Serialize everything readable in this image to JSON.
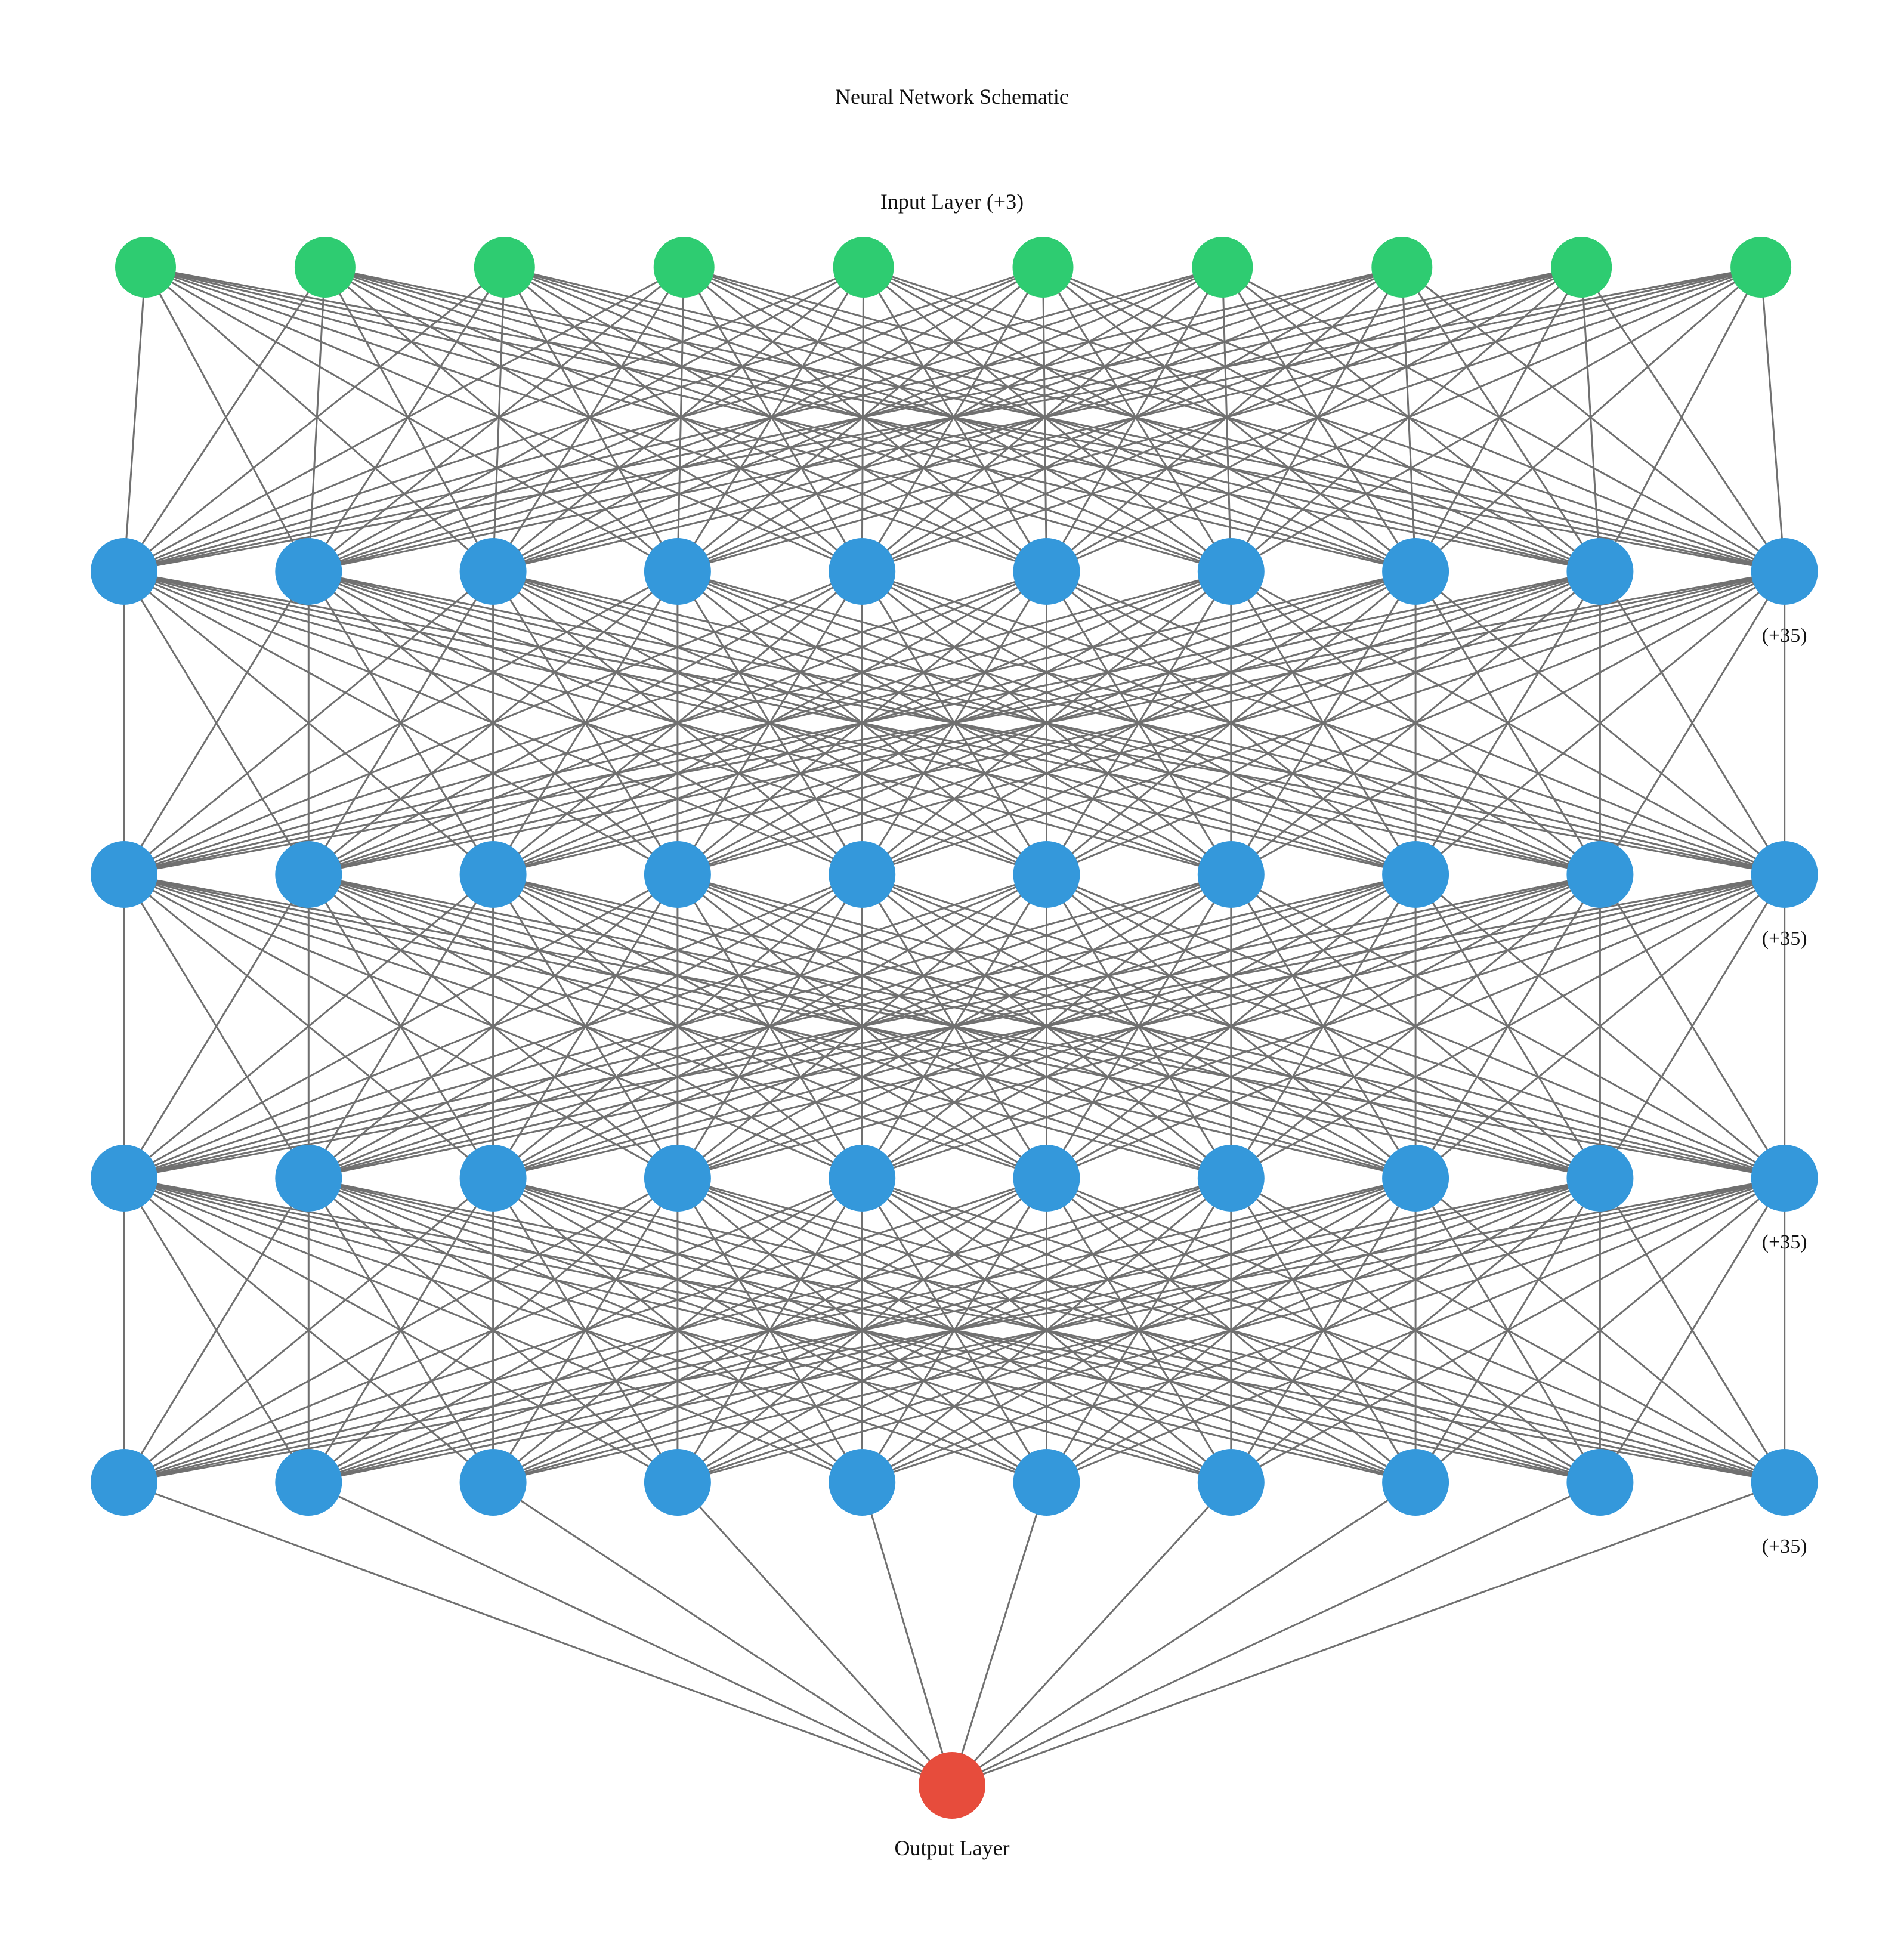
{
  "title": "Neural Network Schematic",
  "input_layer_label": "Input Layer (+3)",
  "output_layer_label": "Output Layer",
  "colors": {
    "input_node": "#2ecc71",
    "hidden_node": "#3498db",
    "output_node": "#e74c3c",
    "edge": "#707070",
    "background": "#ffffff",
    "text": "#111111"
  },
  "layers": [
    {
      "role": "input",
      "visible_nodes": 10,
      "label_key": "input_layer_label",
      "count_label": ""
    },
    {
      "role": "hidden",
      "visible_nodes": 10,
      "count_label": "(+35)"
    },
    {
      "role": "hidden",
      "visible_nodes": 10,
      "count_label": "(+35)"
    },
    {
      "role": "hidden",
      "visible_nodes": 10,
      "count_label": "(+35)"
    },
    {
      "role": "hidden",
      "visible_nodes": 10,
      "count_label": "(+35)"
    },
    {
      "role": "output",
      "visible_nodes": 1,
      "label_key": "output_layer_label",
      "count_label": ""
    }
  ],
  "connectivity": "fully-connected"
}
